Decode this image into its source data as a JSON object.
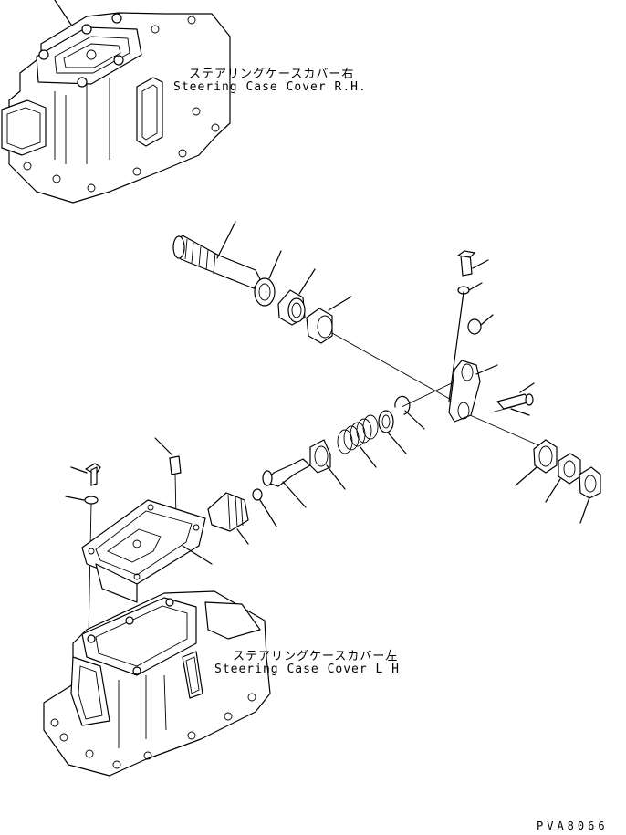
{
  "labels": {
    "cover_rh_jp": "ステアリングケースカバー右",
    "cover_rh_en": "Steering Case Cover R.H.",
    "cover_lh_jp": "ステアリングケースカバー左",
    "cover_lh_en": "Steering Case Cover L H"
  },
  "drawing_code": "PVA8066"
}
